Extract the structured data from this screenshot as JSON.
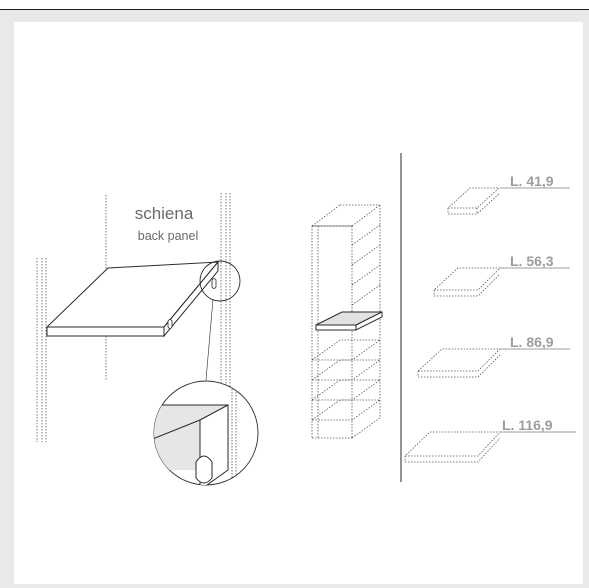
{
  "labels": {
    "back_panel_it": "schiena",
    "back_panel_en": "back panel"
  },
  "shelf_lengths": [
    "L. 41,9",
    "L. 56,3",
    "L. 86,9",
    "L. 116,9"
  ],
  "colors": {
    "line": "#2a2a2a",
    "dotted": "#555555",
    "shelf_highlight": "#e2e2e2",
    "label_text": "#6a6a6a",
    "length_text": "#9d9d9d"
  }
}
